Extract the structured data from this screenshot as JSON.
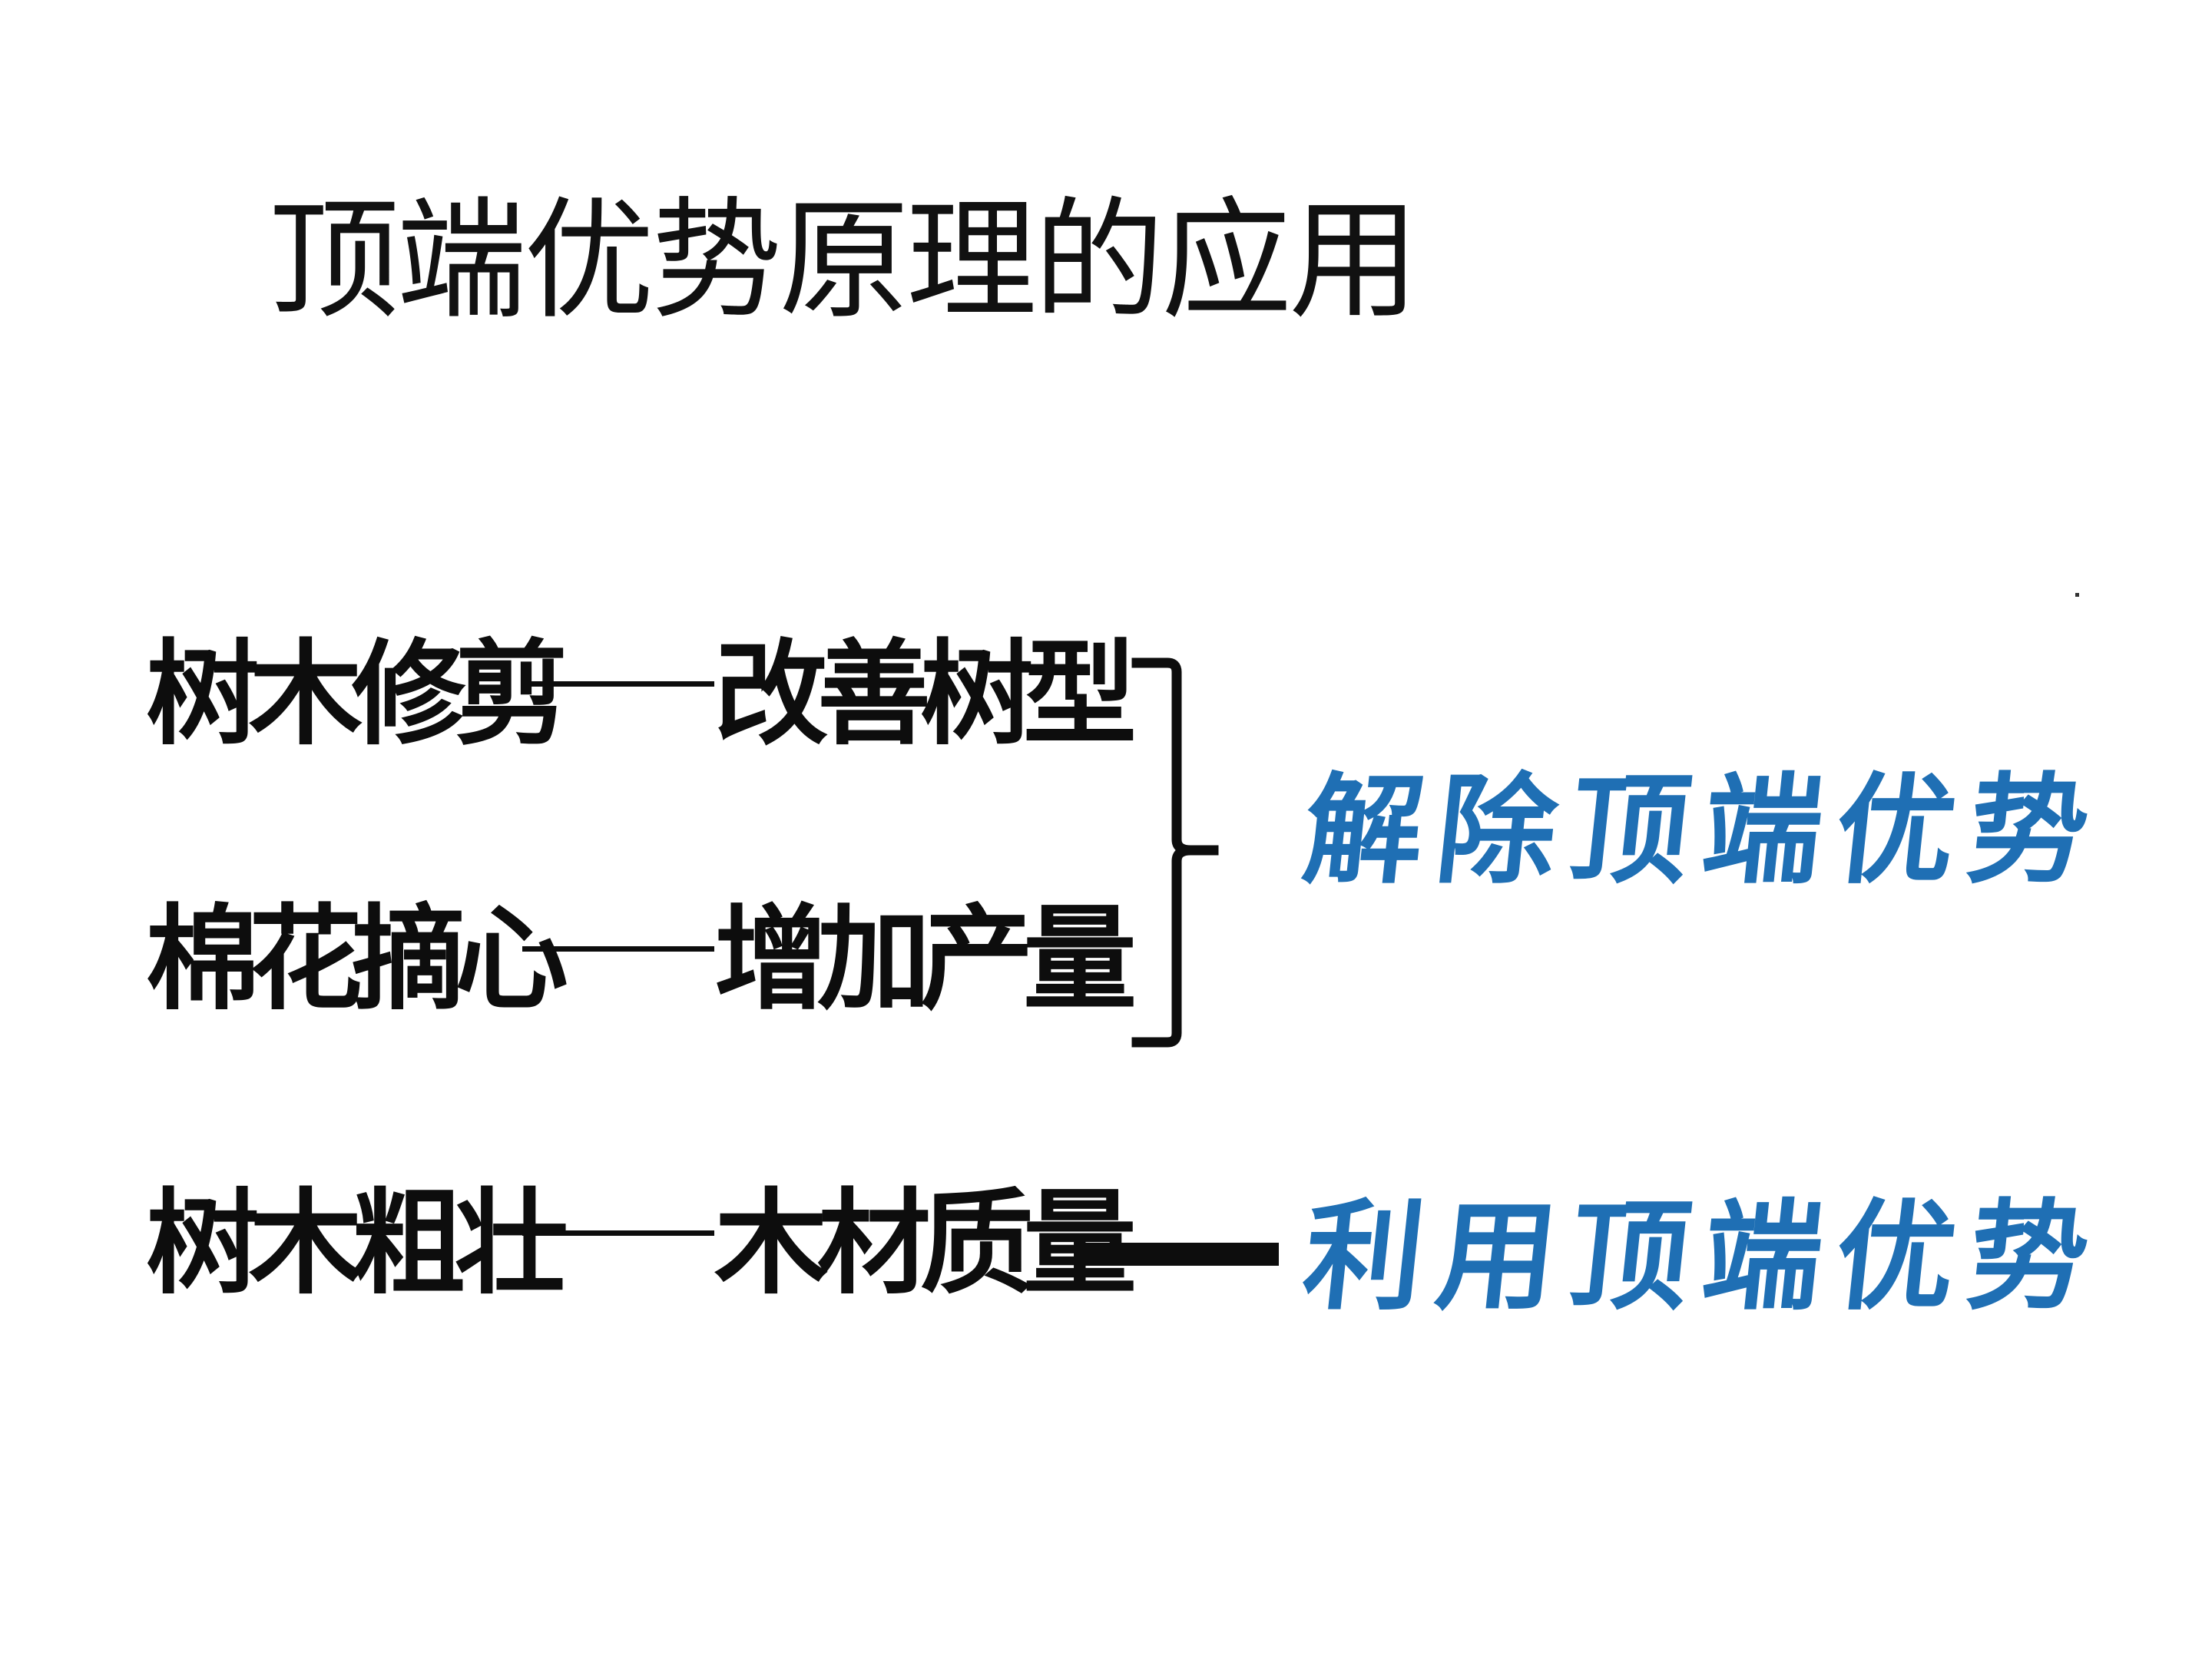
{
  "slide": {
    "title": "顶端优势原理的应用"
  },
  "rows": [
    {
      "left": "树木修剪",
      "right": "改善树型"
    },
    {
      "left": "棉花摘心",
      "right": "增加产量"
    },
    {
      "left": "树木粗壮",
      "right": "木材质量"
    }
  ],
  "results": [
    {
      "label": "解除顶端优势"
    },
    {
      "label": "利用顶端优势"
    }
  ],
  "colors": {
    "result_text": "#1f6fb4",
    "body_text": "#0d0d0d"
  }
}
